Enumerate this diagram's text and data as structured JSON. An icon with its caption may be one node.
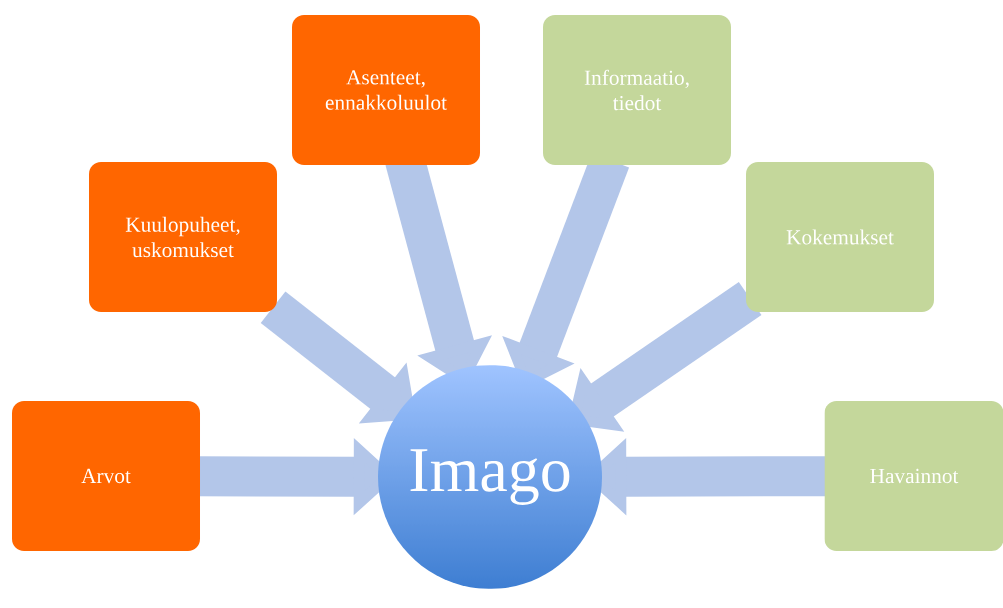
{
  "diagram": {
    "nodes": [
      {
        "text": [
          "Arvot"
        ]
      },
      {
        "text": [
          "Kuulopuheet, uskomukset"
        ]
      },
      {
        "text": [
          "Asenteet, ennakkoluulot"
        ]
      },
      {
        "text": [
          "Informaatio, tiedot"
        ]
      },
      {
        "text": [
          "Kokemukset"
        ]
      },
      {
        "text": [
          "Havainnot"
        ]
      },
      {
        "text": [
          "Imago"
        ]
      }
    ],
    "edges": [
      {
        "from": 0,
        "to": 6,
        "arrow": "to"
      },
      {
        "from": 1,
        "to": 6,
        "arrow": "to"
      },
      {
        "from": 2,
        "to": 6,
        "arrow": "to"
      },
      {
        "from": 3,
        "to": 6,
        "arrow": "to"
      },
      {
        "from": 4,
        "to": 6,
        "arrow": "to"
      },
      {
        "from": 5,
        "to": 6,
        "arrow": "to"
      }
    ]
  }
}
